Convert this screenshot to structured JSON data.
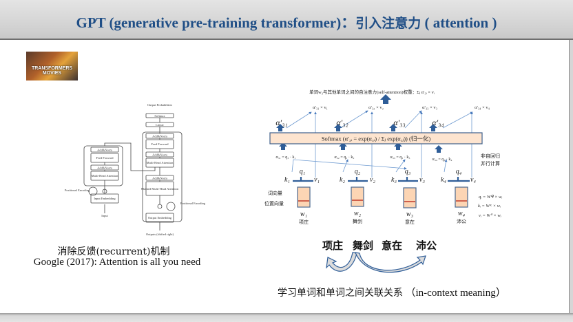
{
  "header": {
    "title_en": "GPT (generative pre-training transformer)：",
    "title_cn": "引入注意力",
    "title_paren": "( attention )"
  },
  "thumbnail": {
    "logo_text": "TRANSFORMERS MOVIES"
  },
  "transformer_diagram": {
    "output_probabilities": "Output Probabilities",
    "softmax": "Softmax",
    "linear": "Linear",
    "add_norm": "Add&Norm",
    "feed_forward": "Feed Forward",
    "multi_head": "Multi-Head Attention",
    "masked_multi_head": "Masked Multi-Head Attention",
    "positional_encoding": "Positional Encoding",
    "input_embedding": "Input Embedding",
    "input": "Input",
    "output_embedding": "Output Embedding",
    "output_shifted": "Outputs (shifted right)"
  },
  "left_caption": {
    "line1": "消除反馈(recurrent)机制",
    "line2": "Google (2017): Attention is all you need"
  },
  "attention": {
    "top_label": "单词w₃与其他单词之间的自注意力(self-attention)权重：Σⱼ α′₃ᵢ × vᵢ",
    "weighted": [
      "α′₃₁ × v₁",
      "α′₃₂ × v₂",
      "α′₃₃ × v₃",
      "α′₃₄ × v₄"
    ],
    "alphas_prime": [
      "α′₃₁",
      "α′₃₂",
      "α′₃₃",
      "α′₃₄"
    ],
    "softmax": "Softmax  (α′₃ᵢ = exp(α₃ᵢ) / Σⱼ exp(α₃ⱼ))  (归一化)",
    "scores": [
      "α₃₁ = q₃ · k₁",
      "α₃₂ = q₃ · k₂",
      "α₃₃ = q₃ · k₃",
      "α₃₄ = q₃ · k₄"
    ],
    "note_line1": "非自回归",
    "note_line2": "并行计算",
    "k": [
      "k₁",
      "k₂",
      "k₃",
      "k₄"
    ],
    "q": [
      "q₁",
      "q₂",
      "q₃",
      "q₄"
    ],
    "v": [
      "v₁",
      "v₂",
      "v₃",
      "v₄"
    ],
    "word_vector": "词向量",
    "position_vector": "位置向量",
    "w": [
      "w₁",
      "w₂",
      "w₃",
      "w₄"
    ],
    "tokens": [
      "项庄",
      "舞剑",
      "意在",
      "沛公"
    ],
    "formulas": [
      "qᵢ = Wᑫ × wᵢ",
      "kᵢ = Wᴷ × wᵢ",
      "vᵢ = Wⱽ × wᵢ"
    ]
  },
  "phrase": [
    "项庄",
    "舞剑",
    "意在",
    "沛公"
  ],
  "bottom_caption_cn": "学习单词和单词之间关联关系",
  "bottom_caption_en": "（in-context  meaning）",
  "colors": {
    "title": "#1f4e86",
    "arrow": "#2e5d98",
    "softmax_fill": "#fde4cf",
    "box_fill": "#fcd5b4",
    "red_line": "#c0392b"
  }
}
